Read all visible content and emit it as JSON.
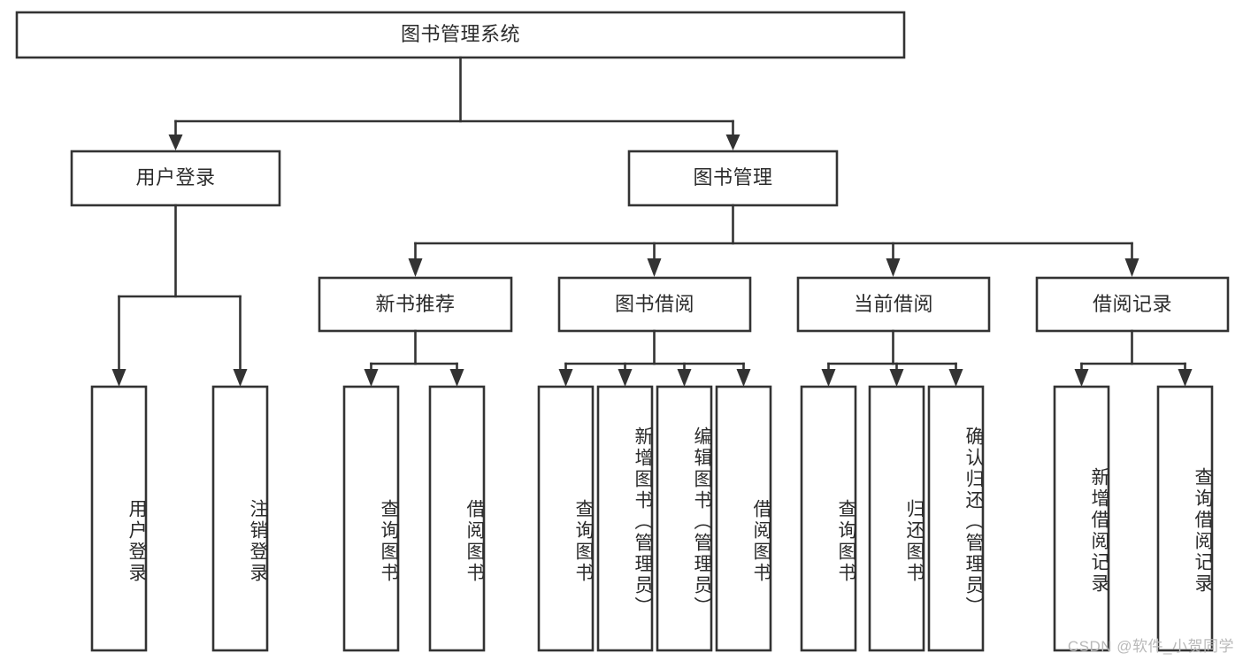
{
  "diagram": {
    "title": "图书管理系统",
    "type": "tree",
    "orientation": "top-down",
    "colors": {
      "box_stroke": "#333333",
      "box_fill": "#ffffff",
      "text": "#2b2b2b",
      "connector": "#333333",
      "watermark": "#b9b9b9",
      "background": "#ffffff"
    },
    "root": {
      "label": "图书管理系统",
      "text_direction": "horizontal"
    },
    "level2": [
      {
        "label": "用户登录",
        "text_direction": "horizontal"
      },
      {
        "label": "图书管理",
        "text_direction": "horizontal"
      }
    ],
    "level3": [
      {
        "label": "新书推荐",
        "text_direction": "horizontal"
      },
      {
        "label": "图书借阅",
        "text_direction": "horizontal"
      },
      {
        "label": "当前借阅",
        "text_direction": "horizontal"
      },
      {
        "label": "借阅记录",
        "text_direction": "horizontal"
      }
    ],
    "leaves": {
      "user_login": [
        {
          "label": "用户登录",
          "text_direction": "vertical"
        },
        {
          "label": "注销登录",
          "text_direction": "vertical"
        }
      ],
      "new_book_recommend": [
        {
          "label": "查询图书",
          "text_direction": "vertical"
        },
        {
          "label": "借阅图书",
          "text_direction": "vertical"
        }
      ],
      "book_borrow": [
        {
          "label": "查询图书",
          "text_direction": "vertical"
        },
        {
          "label": "新增图书（管理员）",
          "text_direction": "vertical"
        },
        {
          "label": "编辑图书（管理员）",
          "text_direction": "vertical"
        },
        {
          "label": "借阅图书",
          "text_direction": "vertical"
        }
      ],
      "current_borrow": [
        {
          "label": "查询图书",
          "text_direction": "vertical"
        },
        {
          "label": "归还图书",
          "text_direction": "vertical"
        },
        {
          "label": "确认归还（管理员）",
          "text_direction": "vertical"
        }
      ],
      "borrow_record": [
        {
          "label": "新增借阅记录",
          "text_direction": "vertical"
        },
        {
          "label": "查询借阅记录",
          "text_direction": "vertical"
        }
      ]
    }
  },
  "watermark": {
    "text": "CSDN @软件_小贺同学"
  }
}
